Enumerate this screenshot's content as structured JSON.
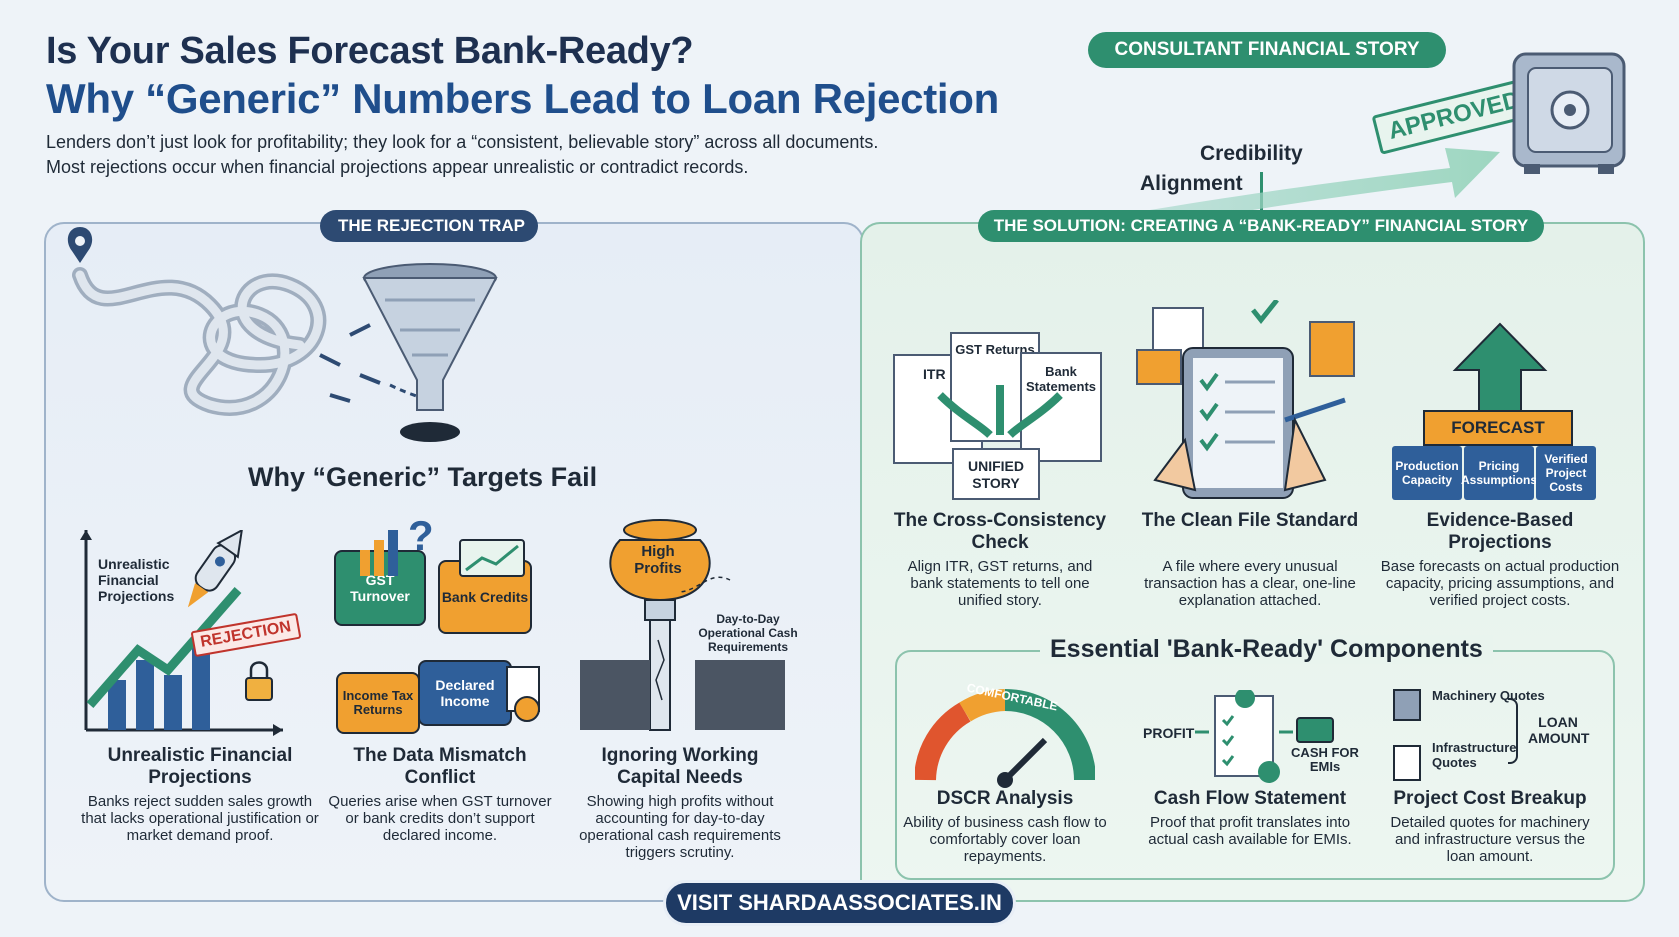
{
  "header": {
    "title_line1": "Is Your Sales Forecast Bank-Ready?",
    "title_line2": "Why “Generic” Numbers Lead to Loan Rejection",
    "subtitle_line1": "Lenders don’t just look for profitability; they look for a “consistent, believable story” across all documents.",
    "subtitle_line2": "Most rejections occur when financial projections appear unrealistic or contradict records."
  },
  "top_right": {
    "badge": "CONSULTANT FINANCIAL STORY",
    "approved": "APPROVED",
    "credibility": "Credibility",
    "alignment": "Alignment"
  },
  "left": {
    "pill": "THE REJECTION TRAP",
    "heading": "Why “Generic” Targets Fail",
    "cards": [
      {
        "title": "Unrealistic Financial Projections",
        "desc": "Banks reject sudden sales growth that lacks operational justification or market demand proof."
      },
      {
        "title": "The Data Mismatch Conflict",
        "desc": "Queries arise when GST turnover or bank credits don’t support declared income."
      },
      {
        "title": "Ignoring Working Capital Needs",
        "desc": "Showing high profits without accounting for day-to-day operational cash requirements triggers scrutiny."
      }
    ],
    "illus": {
      "chart_label": "Unrealistic Financial Projections",
      "rejection": "REJECTION",
      "puzzle": [
        "GST Turnover",
        "Bank Credits",
        "Income Tax Returns",
        "Declared Income"
      ],
      "pot": "High Profits",
      "cash_note": "Day-to-Day Operational Cash Requirements"
    }
  },
  "right": {
    "pill": "THE SOLUTION: CREATING A “BANK-READY” FINANCIAL STORY",
    "cards": [
      {
        "title": "The Cross-Consistency Check",
        "desc": "Align ITR, GST returns, and bank statements to tell one unified story."
      },
      {
        "title": "The Clean File Standard",
        "desc": "A file where every unusual transaction has a clear, one-line explanation attached."
      },
      {
        "title": "Evidence-Based Projections",
        "desc": "Base forecasts on actual production capacity, pricing assumptions, and verified project costs."
      }
    ],
    "illus": {
      "docs": [
        "ITR",
        "GST Returns",
        "Bank Statements"
      ],
      "unified": "UNIFIED STORY",
      "forecast": "FORECAST",
      "blocks": [
        "Production Capacity",
        "Pricing Assumptions",
        "Verified Project Costs"
      ]
    },
    "essential": {
      "heading": "Essential 'Bank-Ready' Components",
      "cards": [
        {
          "title": "DSCR Analysis",
          "desc": "Ability of business cash flow to comfortably cover loan repayments."
        },
        {
          "title": "Cash Flow Statement",
          "desc": "Proof that profit translates into actual cash available for EMIs."
        },
        {
          "title": "Project Cost Breakup",
          "desc": "Detailed quotes for machinery and infrastructure versus the loan amount."
        }
      ],
      "gauge": "COMFORTABLE",
      "profit": "PROFIT",
      "cash_for_emis": "CASH FOR EMIs",
      "machinery": "Machinery Quotes",
      "infrastructure": "Infrastructure Quotes",
      "loan_amount": "LOAN AMOUNT"
    }
  },
  "footer": {
    "cta": "VISIT SHARDAASSOCIATES.IN"
  }
}
